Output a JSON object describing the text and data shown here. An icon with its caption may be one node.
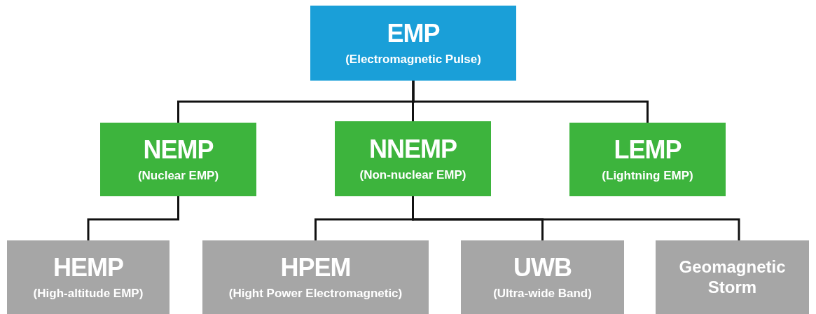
{
  "diagram": {
    "nodes": [
      {
        "text": [
          "EMP",
          "(Electromagnetic Pulse)"
        ]
      },
      {
        "text": [
          "NEMP",
          "(Nuclear EMP)"
        ]
      },
      {
        "text": [
          "NNEMP",
          "(Non-nuclear EMP)"
        ]
      },
      {
        "text": [
          "LEMP",
          "(Lightning EMP)"
        ]
      },
      {
        "text": [
          "HEMP",
          "(High-altitude EMP)"
        ]
      },
      {
        "text": [
          "HPEM",
          "(Hight Power Electromagnetic)"
        ]
      },
      {
        "text": [
          "UWB",
          "(Ultra-wide Band)"
        ]
      },
      {
        "text": [
          "Geomagnetic Storm"
        ]
      }
    ],
    "edges": [
      {
        "from": 0,
        "to": 1,
        "arrow": "none"
      },
      {
        "from": 0,
        "to": 2,
        "arrow": "none"
      },
      {
        "from": 0,
        "to": 3,
        "arrow": "none"
      },
      {
        "from": 1,
        "to": 4,
        "arrow": "none"
      },
      {
        "from": 2,
        "to": 5,
        "arrow": "none"
      },
      {
        "from": 2,
        "to": 6,
        "arrow": "none"
      },
      {
        "from": 2,
        "to": 7,
        "arrow": "none"
      }
    ]
  }
}
